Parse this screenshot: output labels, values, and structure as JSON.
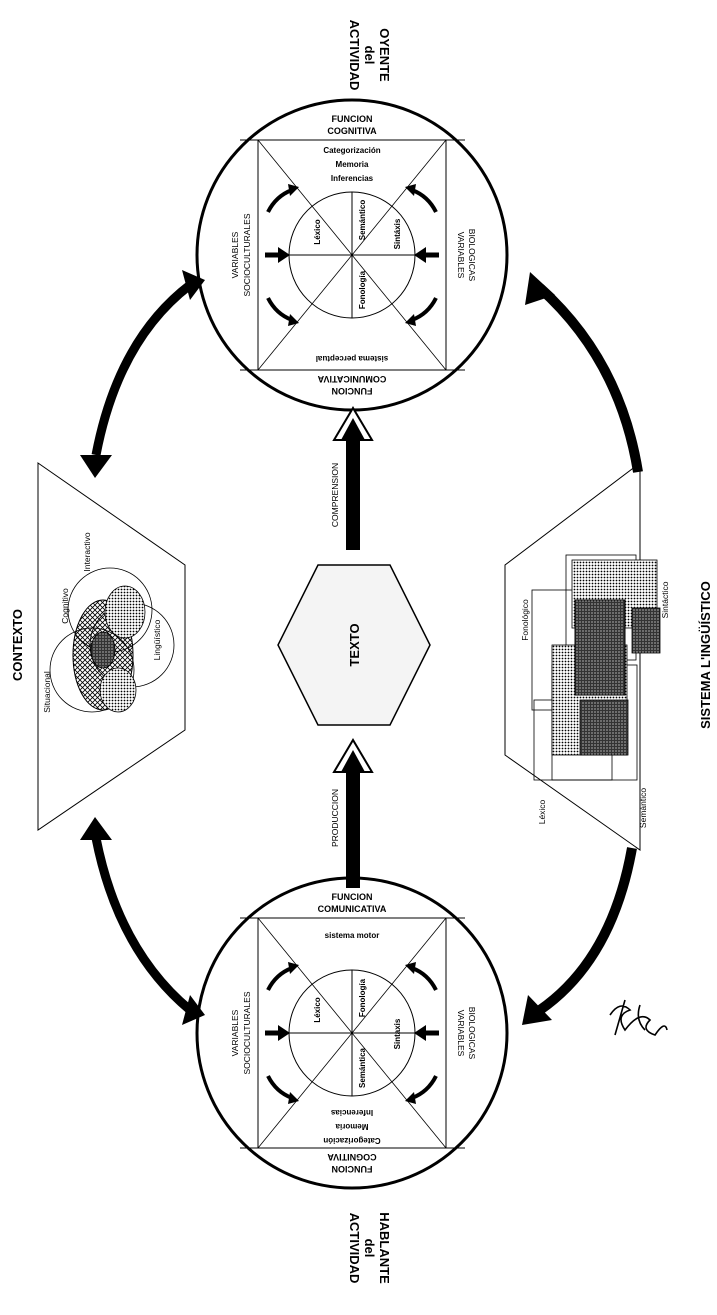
{
  "top_label": [
    "ACTIVIDAD",
    "del",
    "OYENTE"
  ],
  "bottom_label": [
    "ACTIVIDAD",
    "del",
    "HABLANTE"
  ],
  "contexto": {
    "title": "CONTEXTO",
    "circles": [
      "Cognitivo",
      "Interactivo",
      "Situacional",
      "Lingüístico"
    ]
  },
  "sistema": {
    "title": "SISTEMA L'INGÜÍSTICO",
    "labels": [
      "Fonológico",
      "Sintáctico",
      "Léxico",
      "Semántico"
    ]
  },
  "texto": "TEXTO",
  "arrows": {
    "comprension": "COMPRENSION",
    "produccion": "PRODUCCION"
  },
  "oyente": {
    "top_box": [
      "FUNCION",
      "COGNITIVA"
    ],
    "bottom_box": [
      "FUNCION",
      "COMUNICATIVA"
    ],
    "left_box": [
      "VARIABLES",
      "SOCIOCULTURALES"
    ],
    "right_box": [
      "VARIABLES",
      "BIOLOGICAS"
    ],
    "upper_text": [
      "Categorización",
      "Memoria",
      "Inferencias"
    ],
    "lower_text": "sistema perceptual",
    "core": [
      "Léxico",
      "Semántico",
      "Fonología",
      "Sintáxis"
    ]
  },
  "hablante": {
    "top_box": [
      "FUNCION",
      "COMUNICATIVA"
    ],
    "bottom_box": [
      "FUNCION",
      "COGNITIVA"
    ],
    "left_box": [
      "VARIABLES",
      "SOCIOCULTURALES"
    ],
    "right_box": [
      "VARIABLES",
      "BIOLOGICAS"
    ],
    "upper_text": "sistema motor",
    "lower_text": [
      "Categorización",
      "Memoria",
      "Inferencias"
    ],
    "core": [
      "Léxico",
      "Fonología",
      "Semántica",
      "Sintaxis"
    ]
  }
}
